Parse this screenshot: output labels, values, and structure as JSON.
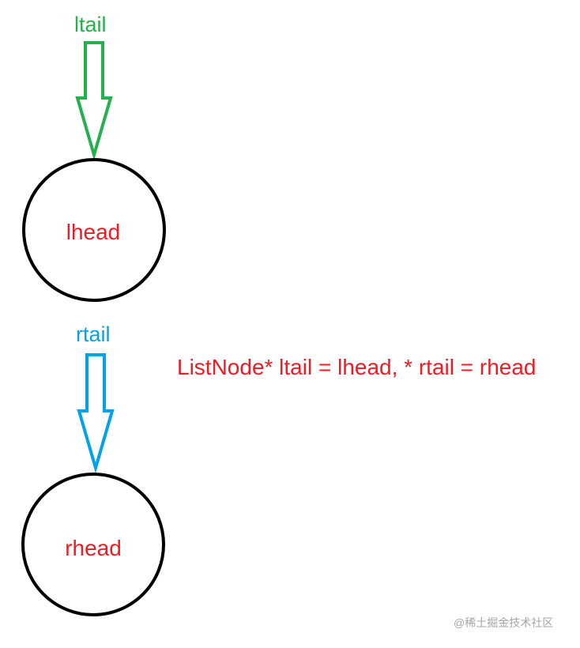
{
  "labels": {
    "ltail": "ltail",
    "rtail": "rtail",
    "lhead": "lhead",
    "rhead": "rhead",
    "code": "ListNode* ltail = lhead, * rtail = rhead"
  },
  "watermark": "@稀土掘金技术社区",
  "colors": {
    "ltail": "#22b14c",
    "rtail": "#00a2e8",
    "node_text": "#ed1c24",
    "node_outline": "#000000",
    "code": "#ed1c24",
    "watermark": "#a6a6a6"
  },
  "icons": {
    "ltail_arrow": "down-arrow-icon",
    "rtail_arrow": "down-arrow-icon"
  }
}
